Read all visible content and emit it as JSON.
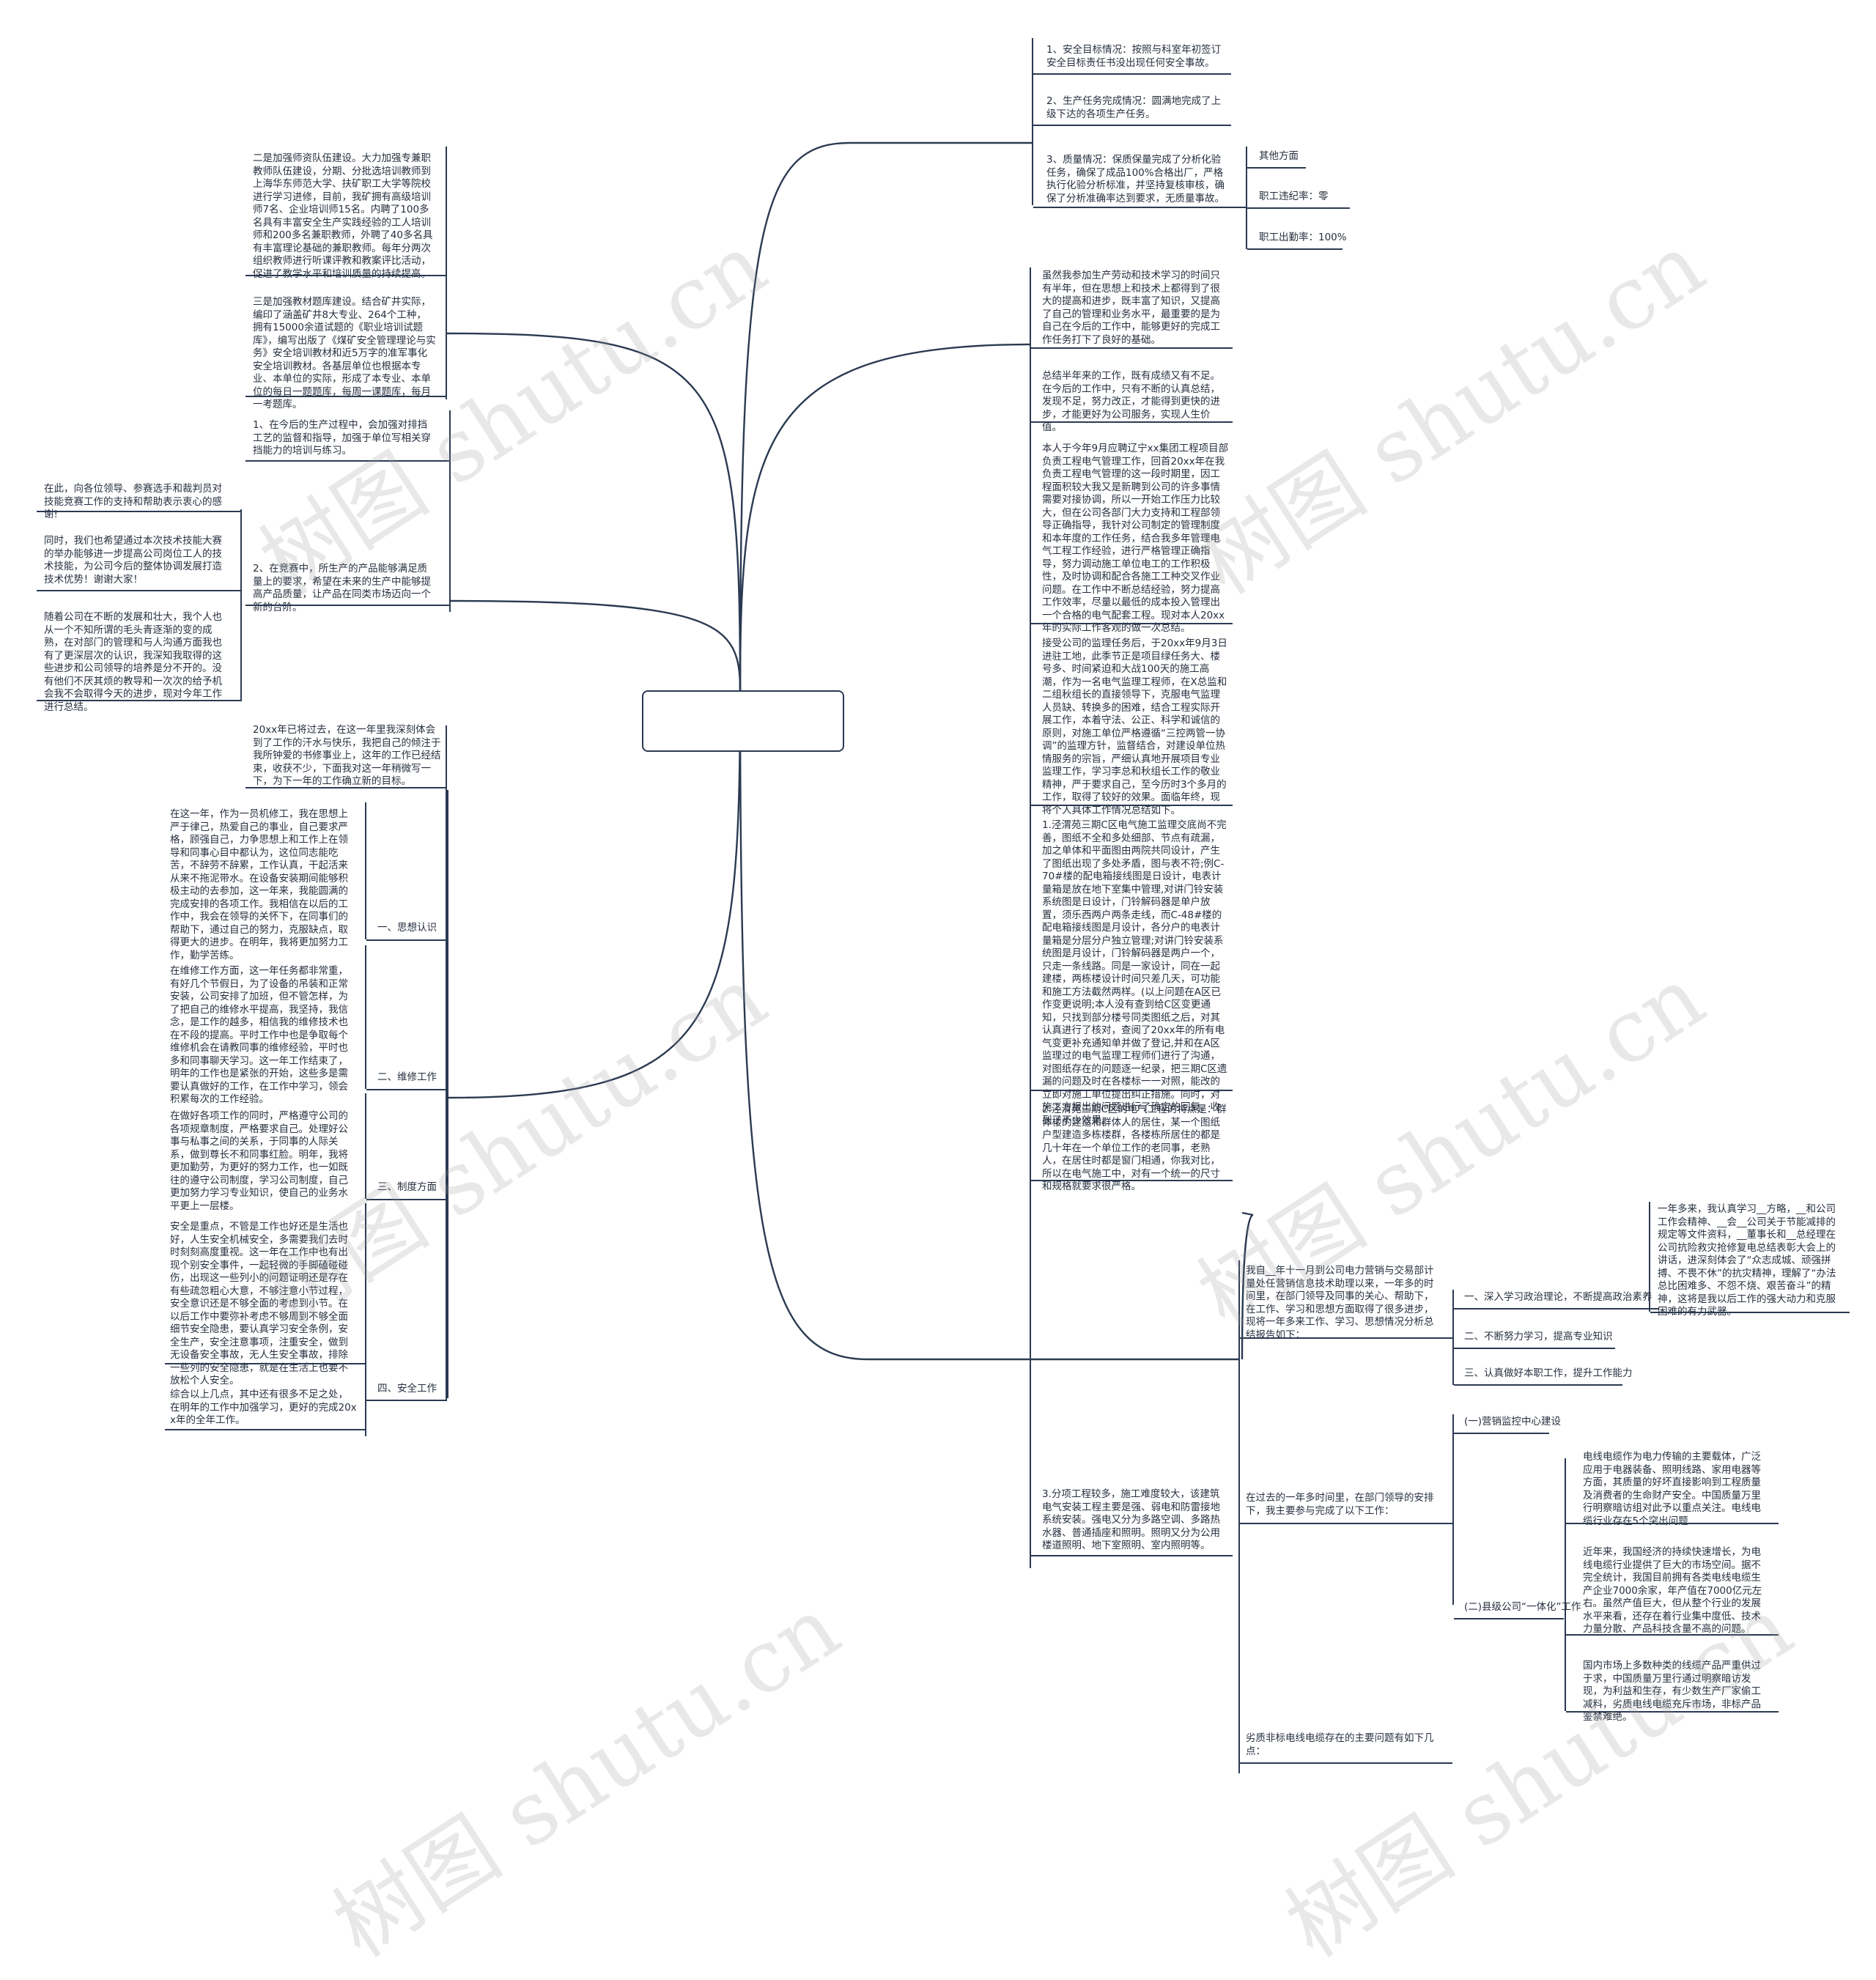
{
  "watermark": "树图 shutu.cn",
  "central_topic": "",
  "right_branches": {
    "goals": {
      "items": [
        "1、安全目标情况：按照与科室年初签订安全目标责任书没出现任何安全事故。",
        "2、生产任务完成情况：圆满地完成了上级下达的各项生产任务。",
        "3、质量情况：保质保量完成了分析化验任务，确保了成品100%合格出厂，严格执行化验分析标准，并坚持复核审核，确保了分析准确率达到要求，无质量事故。"
      ],
      "sub": [
        "其他方面",
        "职工违纪率：零",
        "职工出勤率：100%"
      ]
    },
    "summary": [
      "虽然我参加生产劳动和技术学习的时间只有半年，但在思想上和技术上都得到了很大的提高和进步，既丰富了知识，又提高了自己的管理和业务水平，最重要的是为自己在今后的工作中，能够更好的完成工作任务打下了良好的基础。",
      "总结半年来的工作，既有成绩又有不足。在今后的工作中，只有不断的认真总结，发现不足，努力改正，才能得到更快的进步，才能更好为公司服务，实现人生价值。",
      "本人于今年9月应聘辽宁xx集团工程项目部负责工程电气管理工作，回首20xx年在我负责工程电气管理的这一段时期里，因工程面积较大我又是新聘到公司的许多事情需要对接协调，所以一开始工作压力比较大，但在公司各部门大力支持和工程部领导正确指导，我针对公司制定的管理制度和本年度的工作任务，结合我多年管理电气工程工作经验，进行严格管理正确指导，努力调动施工单位电工的工作积极性，及时协调和配合各施工工种交叉作业问题。在工作中不断总结经验，努力提高工作效率，尽量以最低的成本投入管理出一个合格的电气配套工程。现对本人20xx年的实际工作客观的做一次总结。",
      "接受公司的监理任务后，于20xx年9月3日进驻工地，此季节正是项目绿任务大、楼号多、时间紧迫和大战100天的施工高潮，作为一名电气监理工程师，在X总监和二组秋组长的直接领导下，克服电气监理人员缺、转换多的困难，结合工程实际开展工作，本着守法、公正、科学和诚信的原则，对施工单位严格遵循“三控两管一协调”的监理方针，监督结合，对建设单位热情服务的宗旨，严细认真地开展项目专业监理工作，学习李总和秋组长工作的敬业精神，严于要求自己，至今历时3个多月的工作，取得了较好的效果。面临年终，现将个人具体工作情况总结如下。",
      "1.泾渭苑三期C区电气施工监理交底尚不完善，图纸不全和多处细部、节点有疏漏，加之单体和平面图由两院共同设计，产生了图纸出现了多处矛盾，图与表不符;例C-70#楼的配电箱接线图是日设计，电表计量箱是放在地下室集中管理,对讲门铃安装系统图是日设计，门铃解码器是单户放置，须乐西两户两条走线，而C-48#楼的配电箱接线图是月设计，各分户的电表计量箱是分层分户独立管理;对讲门铃安装系统图是月设计，门铃解码器是两户一个，只走一条线路。同是一家设计，同在一起建楼，两栋楼设计时间只差几天，可功能和施工方法截然两样。(以上问题在A区已作变更说明;本人没有查到给C区变更通知，只找到部分楼号同类图纸之后，对其认真进行了核对，查阅了20xx年的所有电气变更补充通知单并做了登记,并和在A区监理过的电气监理工程师们进行了沟通，对图纸存在的问题逐一纪录，把三期C区遗漏的问题及时在各楼标一一对照，能改的立即对施工单位提出纠正措施。同时，对施工方报出的问题进行了确定的回复。收到了不少效果。",
      "2.泾渭苑三期C区的电气工程的特点是：群体楼的建造和群体人的居住，某一个图纸户型建造多栋楼群，各楼栋所居住的都是几十年在一个单位工作的老同事，老熟人，在居住时都是窗门相通，你我对比，所以在电气施工中，对有一个统一的尺寸和规格就要求很严格。",
      "3.分项工程较多，施工难度较大，该建筑电气安装工程主要是强、弱电和防雷接地系统安装。强电又分为多路空调、多路热水器、普通插座和照明。照明又分为公用楼道照明、地下室照明、室内照明等。"
    ],
    "report": {
      "intro": "我自__年十一月到公司电力营销与交易部计量处任营销信息技术助理以来，一年多的时间里，在部门领导及同事的关心、帮助下，在工作、学习和思想方面取得了很多进步，现将一年多来工作、学习、思想情况分析总结报告如下：",
      "items": [
        "一、深入学习政治理论，不断提高政治素养",
        "二、不断努力学习，提高专业知识",
        "三、认真做好本职工作，提升工作能力"
      ],
      "detail": "一年多来，我认真学习__方略，__和公司工作会精神、__会__公司关于节能减排的规定等文件资料，__董事长和__总经理在公司抗险救灾抢修复电总结表彰大会上的讲话，进深刻体会了“众志成城、顽强拼搏、不畏不休”的抗灾精神，理解了“办法总比困难多、不怨不烧、艰苦奋斗”的精神，这将是我以后工作的强大动力和克服困难的有力武器。"
    },
    "cable": {
      "intro": "在过去的一年多时间里，在部门领导的安排下，我主要参与完成了以下工作：",
      "items": [
        "(一)营销监控中心建设",
        "(二)县级公司“一体化”工作"
      ],
      "details": [
        "电线电缆作为电力传输的主要载体，广泛应用于电器装备、照明线路、家用电器等方面，其质量的好坏直接影响到工程质量及消费者的生命财产安全。中国质量万里行明察暗访组对此予以重点关注。电线电缆行业存在5个突出问题",
        "近年来，我国经济的持续快速增长，为电线电缆行业提供了巨大的市场空间。据不完全统计，我国目前拥有各类电线电缆生产企业7000余家，年产值在7000亿元左右。虽然产值巨大，但从整个行业的发展水平来看，还存在着行业集中度低、技术力量分散、产品科技含量不高的问题。",
        "国内市场上多数种类的线缆产品严重供过于求，中国质量万里行通过明察暗访发现，为利益和生存，有少数生产厂家偷工减料，劣质电线电缆充斥市场，非标产品鉴禁难绝。"
      ],
      "problem": "劣质非标电线电缆存在的主要问题有如下几点："
    }
  },
  "left_branches": {
    "teachers": [
      "二是加强师资队伍建设。大力加强专兼职教师队伍建设，分期、分批选培训教师到上海华东师范大学、扶矿职工大学等院校进行学习进修，目前，我矿拥有高级培训师7名、企业培训师15名。内聘了100多名具有丰富安全生产实践经验的工人培训师和200多名兼职教师，外聘了40多名具有丰富理论基础的兼职教师。每年分两次组织教师进行听课评教和教案评比活动，促进了教学水平和培训质量的持续提高。",
      "三是加强教材题库建设。结合矿井实际，编印了涵盖矿井8大专业、264个工种，拥有15000余道试题的《职业培训试题库》，编写出版了《煤矿安全管理理论与实务》安全培训教材和近5万字的准军事化安全培训教材。各基层单位也根据本专业、本单位的实际，形成了本专业、本单位的每日一题题库，每周一课题库，每月一考题库。"
    ],
    "contest": {
      "items": [
        "1、在今后的生产过程中，会加强对排挡工艺的监督和指导，加强于单位写相关穿挡能力的培训与练习。",
        "2、在竞赛中，所生产的产品能够满足质量上的要求，希望在未来的生产中能够提高产品质量，让产品在同类市场迈向一个新的台阶。"
      ],
      "thanks": [
        "在此，向各位领导、参赛选手和裁判员对技能竞赛工作的支持和帮助表示衷心的感谢!",
        "同时，我们也希望通过本次技术技能大赛的举办能够进一步提高公司岗位工人的技术技能，为公司今后的整体协调发展打造技术优势！谢谢大家！",
        "随着公司在不断的发展和壮大，我个人也从一个不知所谓的毛头青逐渐的变的成熟，在对部门的管理和与人沟通方面我也有了更深层次的认识，我深知我取得的这些进步和公司领导的培养是分不开的。没有他们不厌其烦的教导和一次次的给予机会我不会取得今天的进步，现对今年工作进行总结。"
      ]
    },
    "repair": {
      "intro": "20xx年已将过去，在这一年里我深刻体会到了工作的汗水与快乐，我把自己的倾注于我所钟爱的书修事业上，这年的工作已经结束，收获不少，下面我对这一年稍微写一下，为下一年的工作确立新的目标。",
      "sections": [
        {
          "label": "一、思想认识",
          "text": "在这一年，作为一员机修工，我在思想上严于律己，热爱自己的事业，自己要求严格，顾强自己，力争思想上和工作上在领导和同事心目中都认为，这位同志能吃苦，不辞劳不辞累，工作认真，干起活来从来不拖泥带水。在设备安装期间能够积极主动的去参加，这一年来，我能圆满的完成安排的各项工作。我相信在以后的工作中，我会在领导的关怀下，在同事们的帮助下，通过自己的努力，克服缺点，取得更大的进步。在明年，我将更加努力工作，勤学苦练。"
        },
        {
          "label": "二、维修工作",
          "text": "在维修工作方面，这一年任务都非常重，有好几个节假日，为了设备的吊装和正常安装，公司安排了加班，但不管怎样，为了把自己的维修水平提高，我坚持，我信念，是工作的越多，相信我的维修技术也在不段的提高。平时工作中也是争取每个维修机会在请教同事的维修经验，平时也多和同事聊天学习。这一年工作结束了，明年的工作也是紧张的开始，这些多是需要认真做好的工作，在工作中学习，领会积累每次的工作经验。"
        },
        {
          "label": "三、制度方面",
          "text": "在做好各项工作的同时，严格遵守公司的各项规章制度，严格要求自己。处理好公事与私事之间的关系，于同事的人际关系，做到尊长不和同事红脸。明年，我将更加勤劳，为更好的努力工作，也一如既往的遵守公司制度，学习公司制度，自己更加努力学习专业知识，使自己的业务水平更上一层楼。"
        },
        {
          "label": "四、安全工作",
          "text": "安全是重点，不管是工作也好还是生活也好，人生安全机械安全，多需要我们去时时刻刻高度重视。这一年在工作中也有出现个别安全事件，一起轻微的手脚磕碰碰伤，出现这一些列小的问题证明还是存在有些疏忽粗心大意，不够注意小节过程，安全意识还是不够全面的考虑到小节。在以后工作中要弥补考虑不够周到不够全面细节安全隐患，要认真学习安全条例，安全生产，安全注意事项，注重安全，做到无设备安全事故，无人生安全事故，排除一些列的安全隐患，就是在生活上也要不放松个人安全。"
        }
      ],
      "conclusion": "综合以上几点，其中还有很多不足之处，在明年的工作中加强学习，更好的完成20xx年的全年工作。"
    }
  }
}
